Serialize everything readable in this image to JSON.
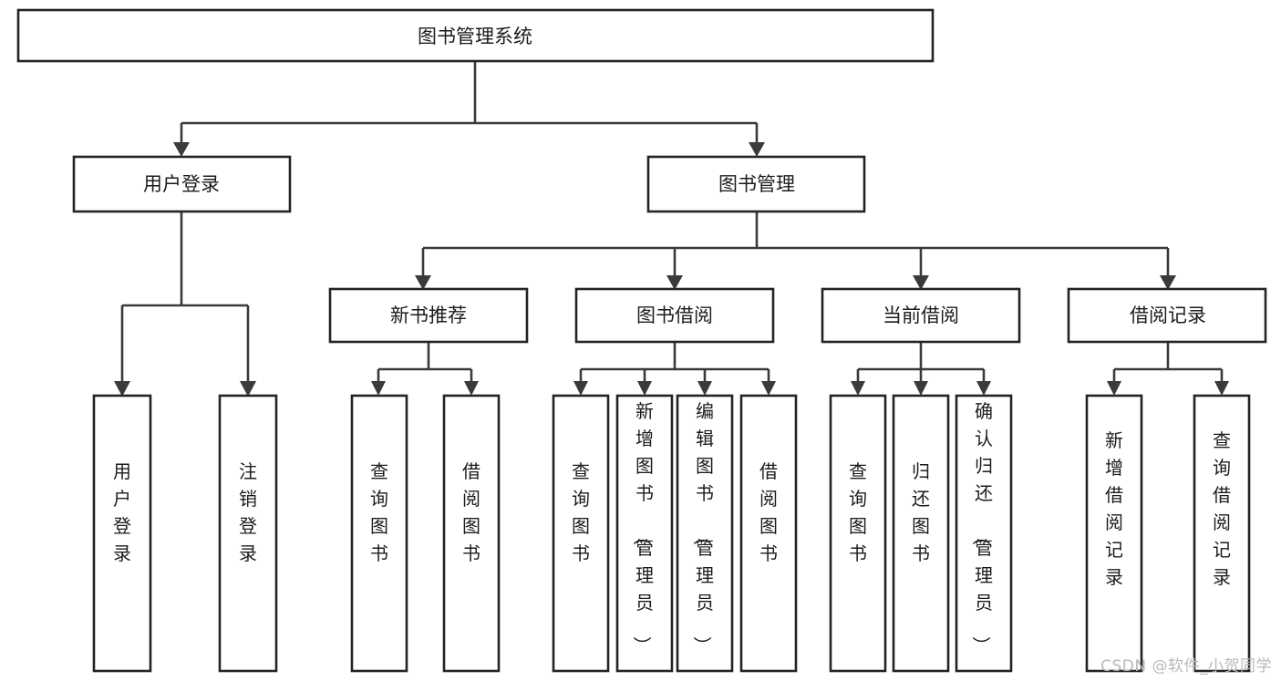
{
  "diagram": {
    "type": "tree",
    "title": "图书管理系统",
    "watermark": "CSDN @软件_小贺同学",
    "nodes": {
      "root": {
        "label": "图书管理系统",
        "level": 1,
        "orientation": "horizontal"
      },
      "user_login": {
        "label": "用户登录",
        "level": 2,
        "orientation": "horizontal"
      },
      "book_mgmt": {
        "label": "图书管理",
        "level": 2,
        "orientation": "horizontal"
      },
      "new_book_rec": {
        "label": "新书推荐",
        "level": 3,
        "orientation": "horizontal"
      },
      "book_borrow": {
        "label": "图书借阅",
        "level": 3,
        "orientation": "horizontal"
      },
      "current_borrow": {
        "label": "当前借阅",
        "level": 3,
        "orientation": "horizontal"
      },
      "borrow_record": {
        "label": "借阅记录",
        "level": 3,
        "orientation": "horizontal"
      },
      "leaf_user_login": {
        "label": "用户登录",
        "level": 4,
        "orientation": "vertical"
      },
      "leaf_logout": {
        "label": "注销登录",
        "level": 4,
        "orientation": "vertical"
      },
      "leaf_query_book_1": {
        "label": "查询图书",
        "level": 4,
        "orientation": "vertical"
      },
      "leaf_borrow_book_1": {
        "label": "借阅图书",
        "level": 4,
        "orientation": "vertical"
      },
      "leaf_query_book_2": {
        "label": "查询图书",
        "level": 4,
        "orientation": "vertical"
      },
      "leaf_add_book": {
        "label": "新增图书（管理员）",
        "level": 4,
        "orientation": "vertical"
      },
      "leaf_edit_book": {
        "label": "编辑图书（管理员）",
        "level": 4,
        "orientation": "vertical"
      },
      "leaf_borrow_book_2": {
        "label": "借阅图书",
        "level": 4,
        "orientation": "vertical"
      },
      "leaf_query_book_3": {
        "label": "查询图书",
        "level": 4,
        "orientation": "vertical"
      },
      "leaf_return_book": {
        "label": "归还图书",
        "level": 4,
        "orientation": "vertical"
      },
      "leaf_confirm_return": {
        "label": "确认归还（管理员）",
        "level": 4,
        "orientation": "vertical"
      },
      "leaf_add_record": {
        "label": "新增借阅记录",
        "level": 4,
        "orientation": "vertical"
      },
      "leaf_query_record": {
        "label": "查询借阅记录",
        "level": 4,
        "orientation": "vertical"
      }
    },
    "edges": [
      {
        "from": "root",
        "to": "user_login"
      },
      {
        "from": "root",
        "to": "book_mgmt"
      },
      {
        "from": "user_login",
        "to": "leaf_user_login"
      },
      {
        "from": "user_login",
        "to": "leaf_logout"
      },
      {
        "from": "book_mgmt",
        "to": "new_book_rec"
      },
      {
        "from": "book_mgmt",
        "to": "book_borrow"
      },
      {
        "from": "book_mgmt",
        "to": "current_borrow"
      },
      {
        "from": "book_mgmt",
        "to": "borrow_record"
      },
      {
        "from": "new_book_rec",
        "to": "leaf_query_book_1"
      },
      {
        "from": "new_book_rec",
        "to": "leaf_borrow_book_1"
      },
      {
        "from": "book_borrow",
        "to": "leaf_query_book_2"
      },
      {
        "from": "book_borrow",
        "to": "leaf_add_book"
      },
      {
        "from": "book_borrow",
        "to": "leaf_edit_book"
      },
      {
        "from": "book_borrow",
        "to": "leaf_borrow_book_2"
      },
      {
        "from": "current_borrow",
        "to": "leaf_query_book_3"
      },
      {
        "from": "current_borrow",
        "to": "leaf_return_book"
      },
      {
        "from": "current_borrow",
        "to": "leaf_confirm_return"
      },
      {
        "from": "borrow_record",
        "to": "leaf_add_record"
      },
      {
        "from": "borrow_record",
        "to": "leaf_query_record"
      }
    ],
    "colors": {
      "box_stroke": "#232323",
      "box_fill": "#ffffff",
      "edge": "#3a3a3a",
      "text": "#1c1c1c",
      "watermark": "#b9b9b9",
      "background": "#ffffff"
    }
  }
}
